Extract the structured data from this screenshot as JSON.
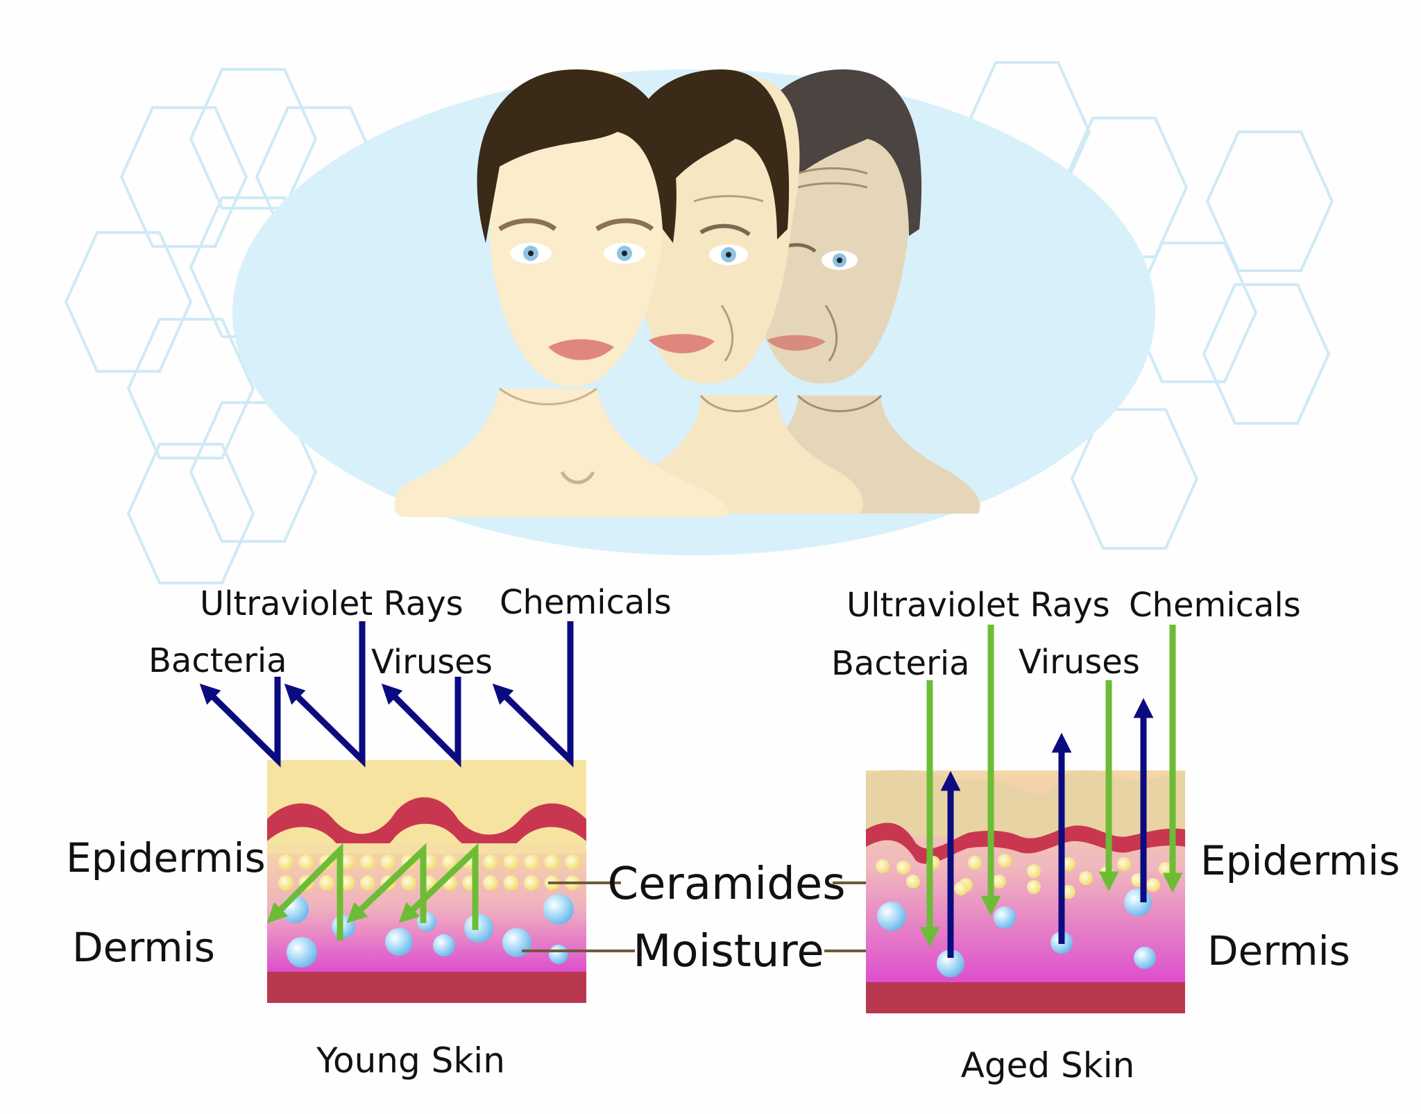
{
  "young": {
    "caption": "Young Skin",
    "threats": {
      "uv": "Ultraviolet Rays",
      "chemicals": "Chemicals",
      "bacteria": "Bacteria",
      "viruses": "Viruses"
    },
    "layers": {
      "epidermis": "Epidermis",
      "dermis": "Dermis"
    }
  },
  "aged": {
    "caption": "Aged Skin",
    "threats": {
      "uv": "Ultraviolet Rays",
      "chemicals": "Chemicals",
      "bacteria": "Bacteria",
      "viruses": "Viruses"
    },
    "layers": {
      "epidermis": "Epidermis",
      "dermis": "Dermis"
    }
  },
  "callouts": {
    "ceramides": "Ceramides",
    "moisture": "Moisture"
  },
  "colors": {
    "blocked_arrow": "#0b0b80",
    "penetrating_arrow": "#6cbd35",
    "ellipse_background": "#d8f0fa",
    "hexagon_stroke": "#cfeaf6",
    "surface_layer": "#f6e3a0",
    "red_band": "#c8374f",
    "dermis_top": "#f2c6b0",
    "dermis_bottom": "#dd55cc",
    "base_layer": "#b8394f",
    "ceramide": "#f5e27a",
    "moisture": "#8ccff2",
    "skin_young": "#fbeccb",
    "skin_old": "#e6d6b9",
    "hair_young": "#3a2a18",
    "hair_old": "#4b4440"
  }
}
